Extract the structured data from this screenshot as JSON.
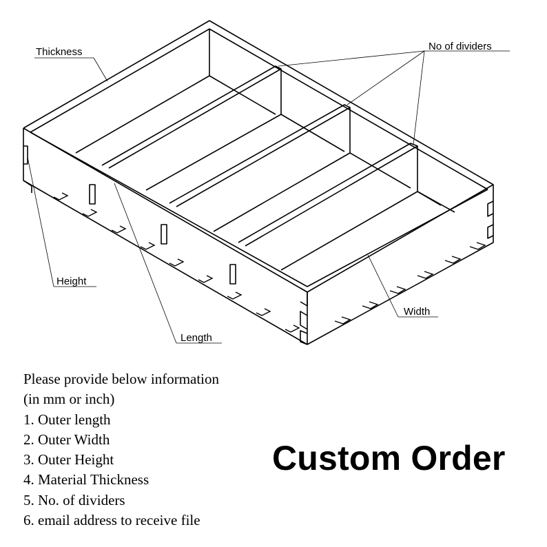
{
  "labels": {
    "thickness": "Thickness",
    "dividers": "No of dividers",
    "height": "Height",
    "length": "Length",
    "width": "Width"
  },
  "info": {
    "heading": "Please provide below information",
    "unit_note": "(in mm or inch)",
    "items": [
      "1. Outer length",
      "2. Outer Width",
      "3. Outer Height",
      "4. Material Thickness",
      "5. No. of dividers",
      "6. email address to receive file"
    ]
  },
  "title": "Custom Order",
  "colors": {
    "line": "#000000",
    "background": "#ffffff"
  }
}
